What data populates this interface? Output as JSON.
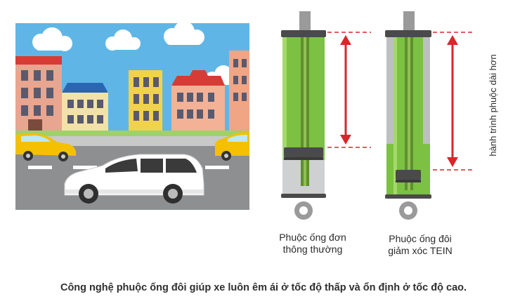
{
  "labels": {
    "single_tube_line1": "Phuộc ống đơn",
    "single_tube_line2": "thông thường",
    "twin_tube_line1": "Phuộc ống đôi",
    "twin_tube_line2": "giảm xóc TEIN",
    "stroke_note": "hành trình phuộc dài hơn"
  },
  "caption": "Công nghệ phuộc ống đôi giúp xe luôn êm ái ở tốc độ thấp và ổn định ở tốc độ cao.",
  "colors": {
    "sky": "#5fb6e6",
    "road": "#8d8f91",
    "oil_green": "#7cc142",
    "oil_green_light": "#a6d86a",
    "rod": "#9a9a9a",
    "cap": "#4a4a4a",
    "arrow_red": "#d9262b"
  }
}
